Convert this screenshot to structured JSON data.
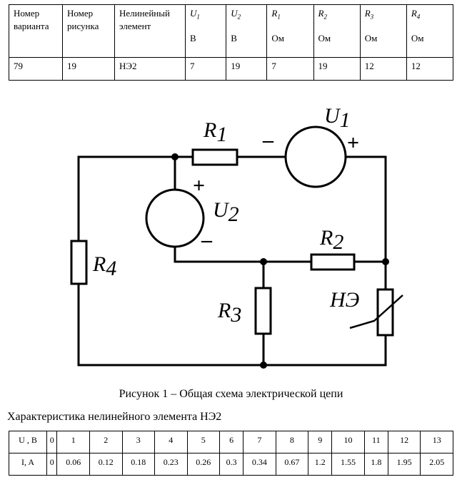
{
  "params_table": {
    "headers": [
      {
        "top": "Номер",
        "bottom": "варианта"
      },
      {
        "top": "Номер",
        "bottom": "рисунка"
      },
      {
        "top": "Нелинейный",
        "bottom": "элемент"
      },
      {
        "sym": "U",
        "sub": "1",
        "unit": "В"
      },
      {
        "sym": "U",
        "sub": "2",
        "unit": "В"
      },
      {
        "sym": "R",
        "sub": "1",
        "unit": "Ом"
      },
      {
        "sym": "R",
        "sub": "2",
        "unit": "Ом"
      },
      {
        "sym": "R",
        "sub": "3",
        "unit": "Ом"
      },
      {
        "sym": "R",
        "sub": "4",
        "unit": "Ом"
      }
    ],
    "values": [
      "79",
      "19",
      "НЭ2",
      "7",
      "19",
      "7",
      "19",
      "12",
      "12"
    ]
  },
  "schematic": {
    "r1": {
      "sym": "R",
      "sub": "1"
    },
    "r2": {
      "sym": "R",
      "sub": "2"
    },
    "r3": {
      "sym": "R",
      "sub": "3"
    },
    "r4": {
      "sym": "R",
      "sub": "4"
    },
    "u1": {
      "sym": "U",
      "sub": "1"
    },
    "u2": {
      "sym": "U",
      "sub": "2"
    },
    "ne": "НЭ",
    "plus": "+",
    "minus": "–"
  },
  "figure_caption": "Рисунок 1 – Общая схема электрической цепи",
  "char_title": "Характеристика нелинейного элемента НЭ2",
  "char_table": {
    "u_label": "U , В",
    "i_label": "I, A",
    "u": [
      "0",
      "1",
      "2",
      "3",
      "4",
      "5",
      "6",
      "7",
      "8",
      "9",
      "10",
      "11",
      "12",
      "13"
    ],
    "i": [
      "0",
      "0.06",
      "0.12",
      "0.18",
      "0.23",
      "0.26",
      "0.3",
      "0.34",
      "0.67",
      "1.2",
      "1.55",
      "1.8",
      "1.95",
      "2.05"
    ]
  }
}
